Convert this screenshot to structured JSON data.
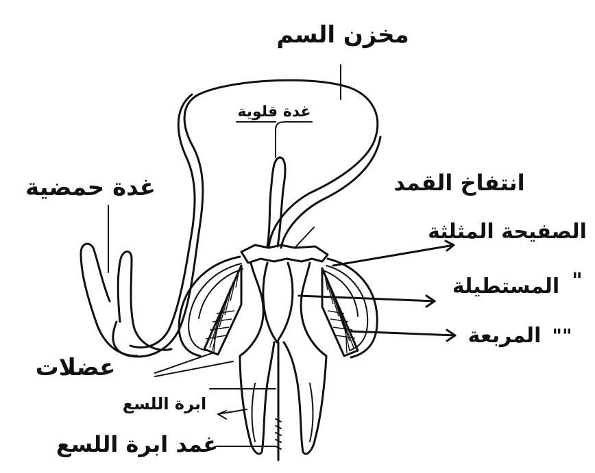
{
  "labels": {
    "venom_reservoir": "مخزن السم",
    "dufour_gland": "غدة قلوية",
    "acid_gland": "غدة حمضية",
    "sting_bulb": "انتفاخ القمد",
    "triangular_plate": "الصفيحة المثلثة",
    "oblong_plate": "المستطيلة",
    "ditto_mark_1": "\"",
    "quadrate_plate": "المربعة",
    "ditto_mark_2": "\"\"",
    "muscles": "عضلات",
    "sting_lancet": "ابرة اللسع",
    "sting_sheath": "غمد ابرة اللسع"
  },
  "colors": {
    "ink": "#111111",
    "background": "#ffffff"
  }
}
